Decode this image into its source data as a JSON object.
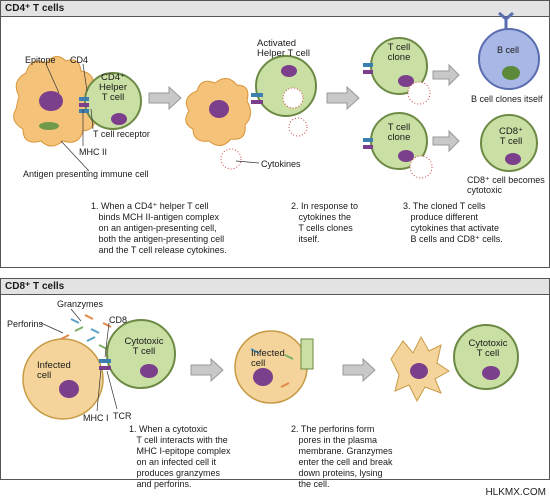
{
  "top": {
    "title": "CD4⁺ T cells",
    "labels": {
      "epitope": "Epitope",
      "cd4": "CD4",
      "t_cell_receptor": "T cell receptor",
      "mhc_ii": "MHC II",
      "apc": "Antigen presenting immune cell",
      "helper_cell": "CD4⁺\nHelper\nT cell",
      "activated_helper": "Activated\nHelper T cell",
      "cytokines": "Cytokines",
      "clone1": "T cell\nclone",
      "clone2": "T cell\nclone",
      "b_cell": "B cell",
      "b_cell_note": "B cell clones itself",
      "cd8_cell": "CD8⁺\nT cell",
      "cd8_note": "CD8⁺ cell becomes\ncytotoxic"
    },
    "captions": {
      "step1": "1. When a CD4⁺ helper T cell\n   binds MCH II-antigen complex\n   on an antigen-presenting cell,\n   both the antigen-presenting cell\n   and the T cell release cytokines.",
      "step2": "2. In response to\n   cytokines the\n   T cells clones\n   itself.",
      "step3": "3. The cloned T cells\n   produce different\n   cytokines that activate\n   B cells and CD8⁺ cells."
    }
  },
  "bottom": {
    "title": "CD8⁺ T cells",
    "labels": {
      "granzymes": "Granzymes",
      "perforins": "Perforins",
      "cd8": "CD8",
      "infected_cell": "Infected\ncell",
      "cytotoxic": "Cytotoxic\nT cell",
      "mhc_i": "MHC I",
      "tcr": "TCR",
      "infected_cell2": "Infected\ncell",
      "cytotoxic2": "Cytotoxic\nT cell"
    },
    "captions": {
      "step1": "1. When a cytotoxic\n   T cell interacts with the\n   MHC I-epitope complex\n   on an infected cell it\n   produces granzymes\n   and perforins.",
      "step2": "2. The perforins form\n   pores in the plasma\n   membrane. Granzymes\n   enter the cell and break\n   down proteins, lysing\n   the cell."
    }
  },
  "watermark": "HLKMX.COM",
  "colors": {
    "t_cell": "#c9dfa4",
    "t_cell_border": "#6d8a45",
    "apc": "#f5c27a",
    "nucleus": "#7b3f8c",
    "b_cell": "#a9b7e6",
    "infected": "#f4d49a",
    "arrow": "#c8c8c8"
  }
}
